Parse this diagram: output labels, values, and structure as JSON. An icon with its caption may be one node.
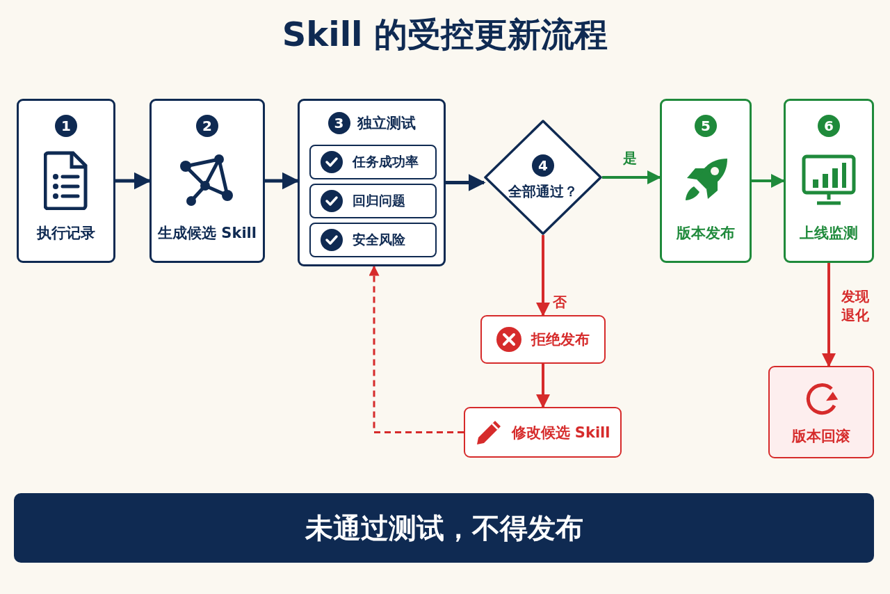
{
  "diagram": {
    "title": "Skill 的受控更新流程",
    "nodes": [
      {
        "text": [
          "1",
          "执行记录"
        ]
      },
      {
        "text": [
          "2",
          "生成候选 Skill"
        ]
      },
      {
        "text": [
          "3",
          "独立测试"
        ]
      },
      {
        "text": [
          "任务成功率"
        ],
        "in": 2
      },
      {
        "text": [
          "回归问题"
        ],
        "in": 2
      },
      {
        "text": [
          "安全风险"
        ],
        "in": 2
      },
      {
        "text": [
          "4",
          "全部通过？"
        ]
      },
      {
        "text": [
          "5",
          "版本发布"
        ]
      },
      {
        "text": [
          "6",
          "上线监测"
        ]
      },
      {
        "text": [
          "拒绝发布"
        ]
      },
      {
        "text": [
          "修改候选 Skill"
        ]
      },
      {
        "text": [
          "版本回滚"
        ]
      },
      {
        "text": [
          "未通过测试，不得发布"
        ]
      }
    ],
    "edges": [
      {
        "from": 0,
        "to": 1,
        "arrow": "to",
        "color": "#0f2a52"
      },
      {
        "from": 1,
        "to": 2,
        "arrow": "to",
        "color": "#0f2a52"
      },
      {
        "from": 2,
        "to": 6,
        "arrow": "to",
        "color": "#0f2a52"
      },
      {
        "from": 6,
        "to": 7,
        "arrow": "to",
        "label": "是",
        "color": "#1f8a3b"
      },
      {
        "from": 7,
        "to": 8,
        "arrow": "to",
        "color": "#1f8a3b"
      },
      {
        "from": 6,
        "to": 9,
        "arrow": "to",
        "label": "否",
        "color": "#d62b2b"
      },
      {
        "from": 9,
        "to": 10,
        "arrow": "to",
        "color": "#d62b2b"
      },
      {
        "from": 10,
        "to": 2,
        "arrow": "to",
        "style": "dashed",
        "color": "#d62b2b"
      },
      {
        "from": 8,
        "to": 11,
        "arrow": "to",
        "label": "发现退化",
        "color": "#d62b2b"
      }
    ]
  }
}
